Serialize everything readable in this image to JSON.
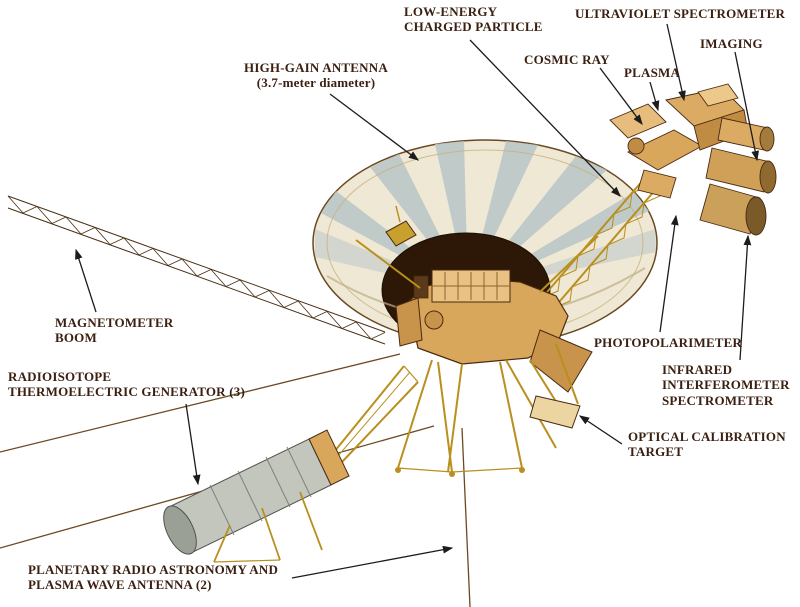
{
  "figure": {
    "name": "Voyager spacecraft labeled diagram",
    "colors": {
      "background": "#ffffff",
      "label_text": "#3b2012",
      "arrow": "#1c1c1c",
      "dish_face": "#efe8d4",
      "dish_shading": "#b7c5c8",
      "dish_center": "#2d1706",
      "structure_tan": "#d9a75c",
      "structure_tan_dark": "#c08b43",
      "structure_tan_light": "#e8c183",
      "strut_gold": "#b98f1e",
      "rtg_gray": "#c2c6bd",
      "outline": "#4a2a10"
    }
  },
  "labels": {
    "low_energy_charged_particle": {
      "lines": [
        "LOW-ENERGY",
        "CHARGED PARTICLE"
      ]
    },
    "ultraviolet_spectrometer": {
      "lines": [
        "ULTRAVIOLET SPECTROMETER"
      ]
    },
    "imaging": {
      "lines": [
        "IMAGING"
      ]
    },
    "cosmic_ray": {
      "lines": [
        "COSMIC RAY"
      ]
    },
    "plasma": {
      "lines": [
        "PLASMA"
      ]
    },
    "high_gain_antenna": {
      "lines": [
        "HIGH-GAIN ANTENNA",
        "(3.7-meter diameter)"
      ]
    },
    "magnetometer_boom": {
      "lines": [
        "MAGNETOMETER",
        "BOOM"
      ]
    },
    "radioisotope_generator": {
      "lines": [
        "RADIOISOTOPE",
        "THERMOELECTRIC GENERATOR (3)"
      ]
    },
    "photopolarimeter": {
      "lines": [
        "PHOTOPOLARIMETER"
      ]
    },
    "infrared_interferometer_spectrometer": {
      "lines": [
        "INFRARED",
        "INTERFEROMETER",
        "SPECTROMETER"
      ]
    },
    "optical_calibration_target": {
      "lines": [
        "OPTICAL CALIBRATION",
        "TARGET"
      ]
    },
    "planetary_radio_astronomy": {
      "lines": [
        "PLANETARY RADIO ASTRONOMY AND",
        "PLASMA WAVE ANTENNA (2)"
      ]
    }
  }
}
